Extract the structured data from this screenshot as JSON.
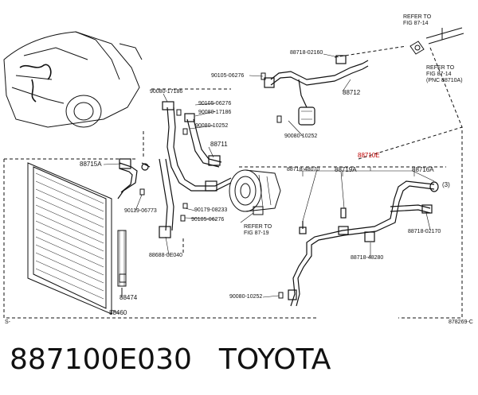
{
  "labels": {
    "refer_fig_87_14": [
      "REFER TO",
      "FIG 87-14"
    ],
    "refer_fig_87_14a": [
      "REFER TO",
      "FIG 87-14",
      "(PNC 88710A)"
    ],
    "refer_fig_87_19": [
      "REFER TO",
      "FIG 87-19"
    ],
    "p88718_02160": "88718-02160",
    "p90105_06276_top": "90105-06276",
    "p88712": "88712",
    "p90080_17186_a": "90080-17186",
    "p90105_06276_b": "90105-06276",
    "p90080_17186_b": "90080-17186",
    "p90080_10252_a": "90080-10252",
    "p90080_10252_b": "90080-10252",
    "p88711": "88711",
    "p88715A": "88715A",
    "p88710E": "88710E",
    "p88718_48070": "88718-48070",
    "p88719A": "88719A",
    "p88716A": "88716A",
    "circ3": "(3)",
    "p90119_06773": "90119-06773",
    "p90179_08233": "90179-08233",
    "p90105_06276_c": "90105-06276",
    "p88718_02170": "88718-02170",
    "p88688_0E040": "88688-0E040",
    "p88718_48280": "88718-48280",
    "p90080_10252_c": "90080-10252",
    "p88474": "88474",
    "p88460": "88460",
    "s_marker": "S-",
    "fig_code": "878269-C"
  },
  "caption": {
    "part_number": "887100E030",
    "brand": "TOYOTA"
  },
  "colors": {
    "highlight": "#c00000",
    "line": "#111111"
  }
}
